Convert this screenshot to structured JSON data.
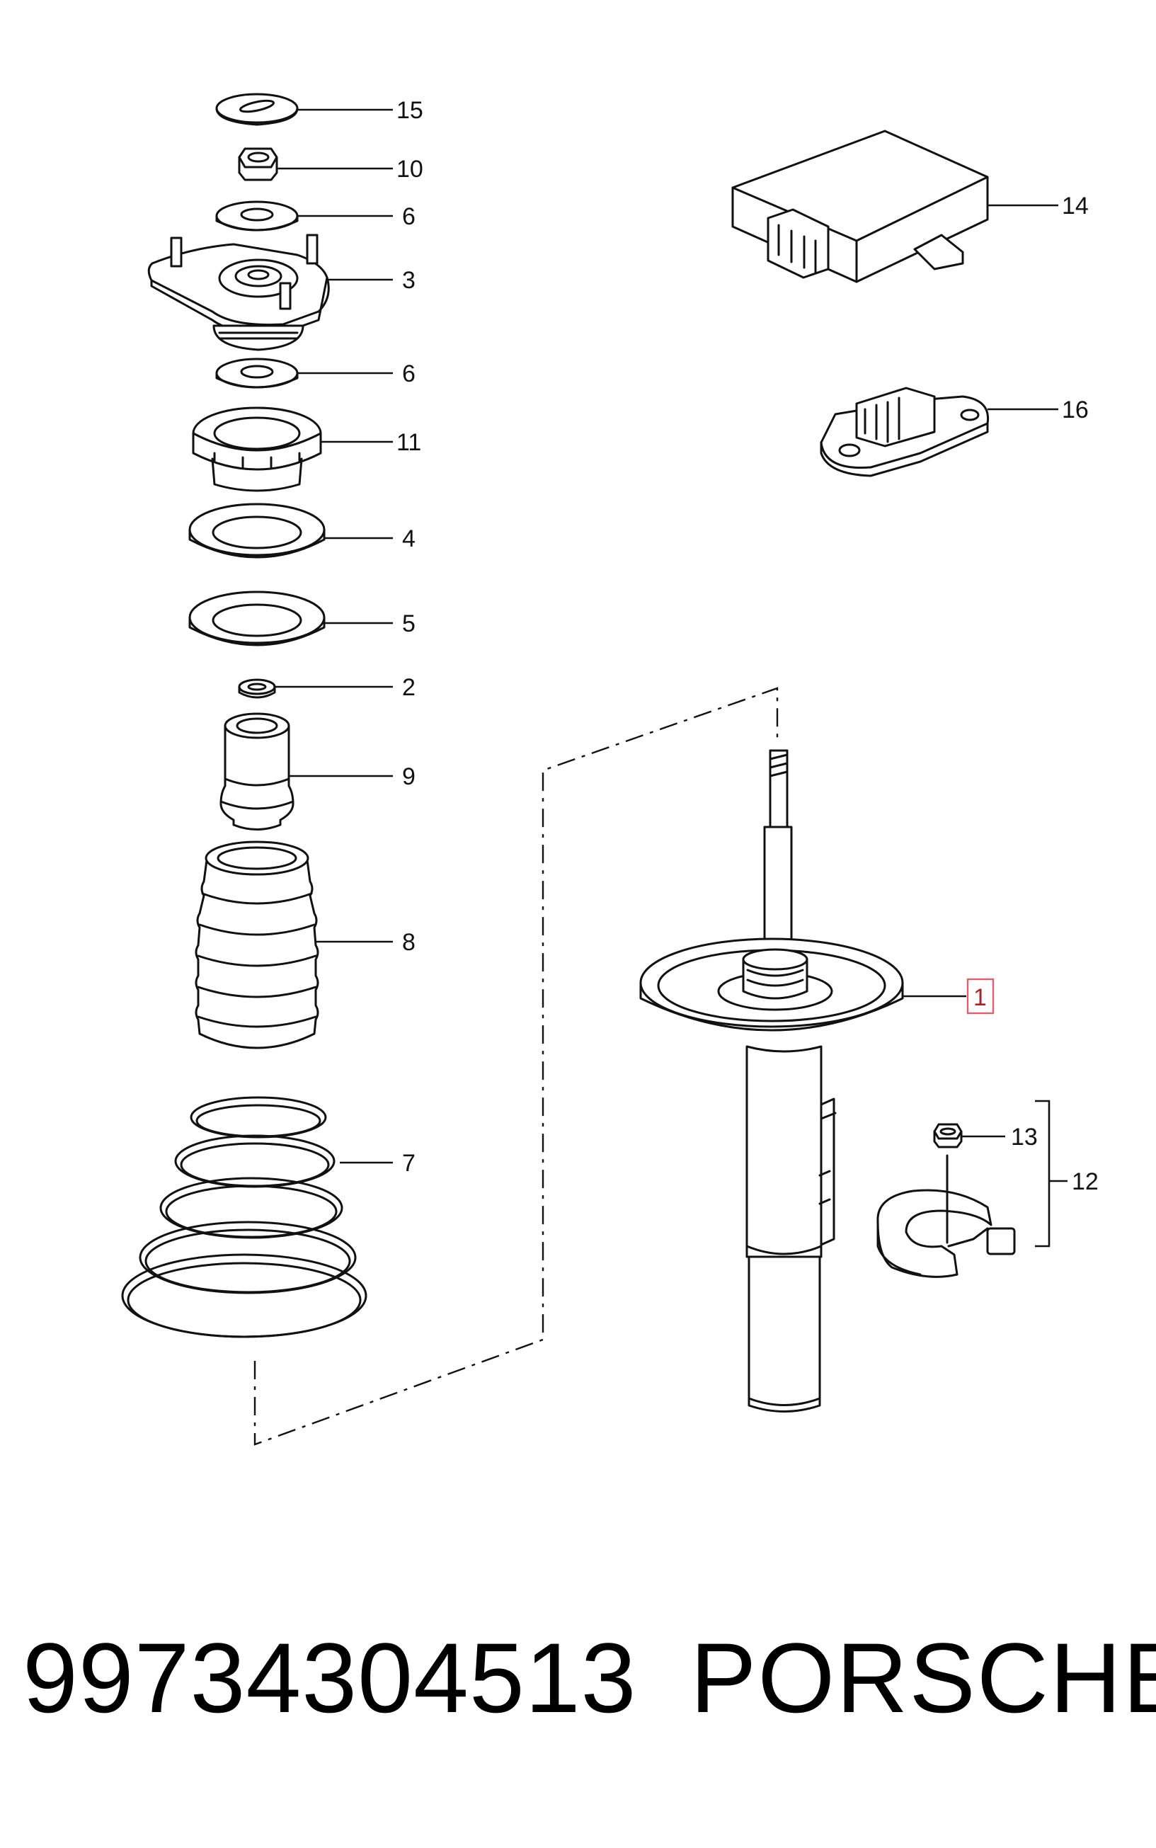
{
  "callouts": {
    "c15": "15",
    "c10": "10",
    "c6a": "6",
    "c3": "3",
    "c6b": "6",
    "c11": "11",
    "c4": "4",
    "c5": "5",
    "c2": "2",
    "c9": "9",
    "c8": "8",
    "c7": "7",
    "c1": "1",
    "c13": "13",
    "c12": "12",
    "c14": "14",
    "c16": "16"
  },
  "footer": {
    "part_number": "99734304513",
    "brand": "PORSCHE"
  },
  "colors": {
    "line": "#111111",
    "highlight_box": "#d9626b"
  }
}
